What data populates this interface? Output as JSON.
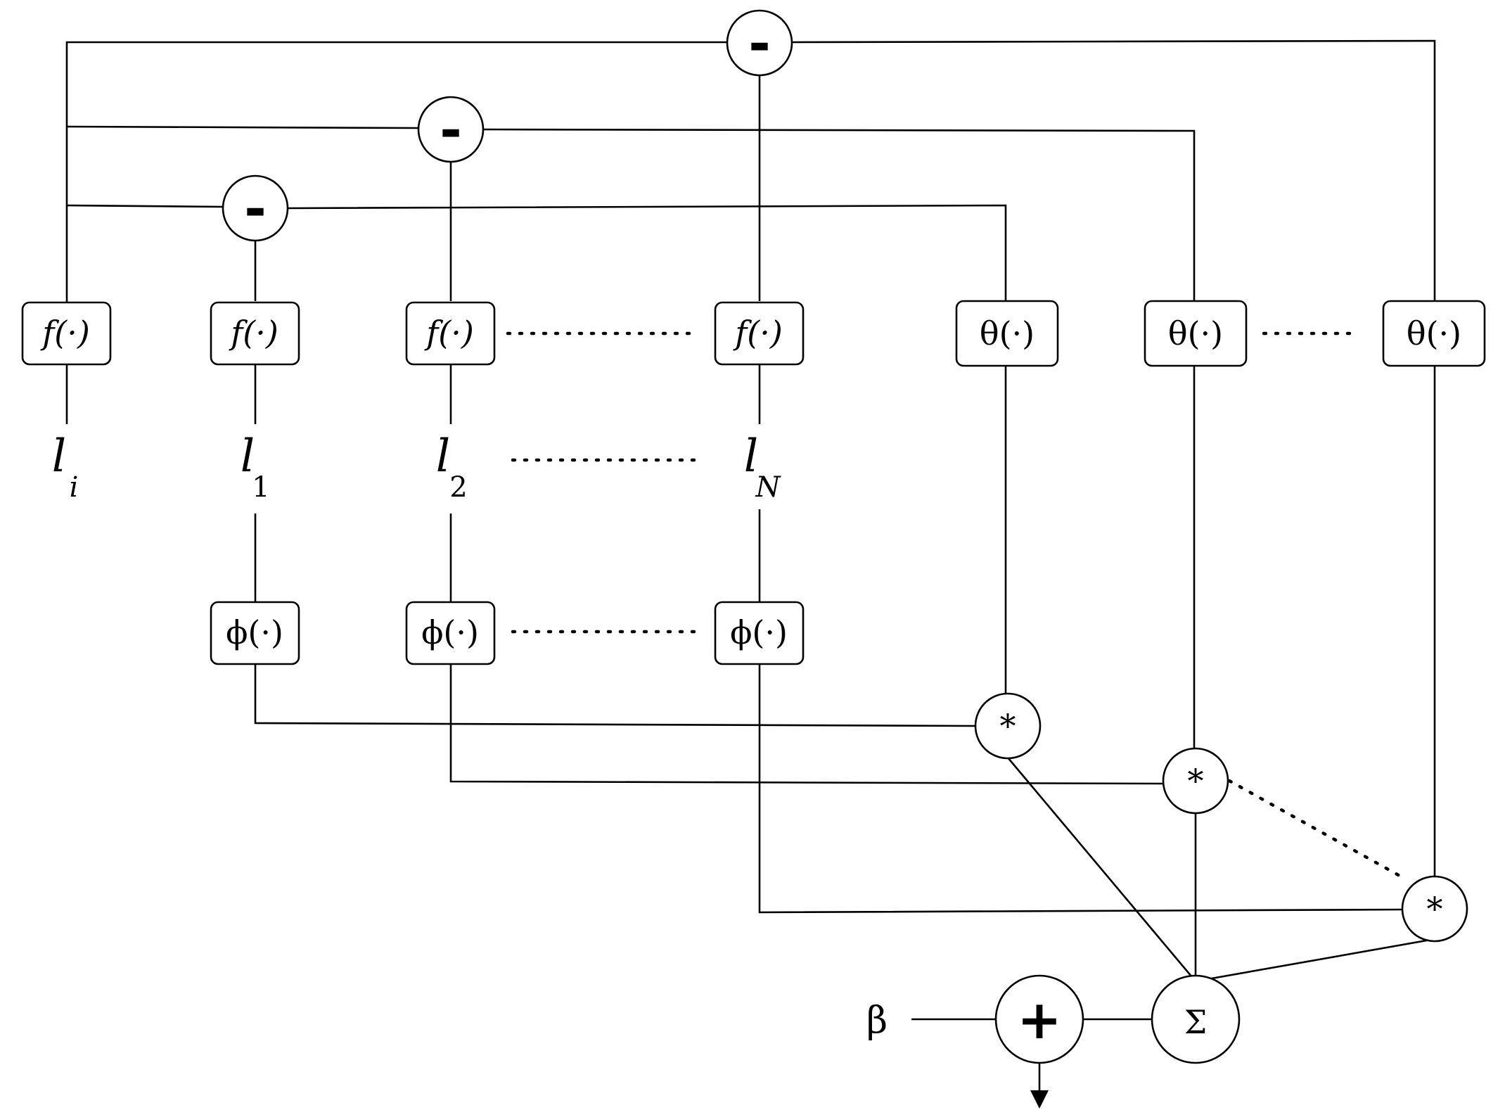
{
  "functions": {
    "f_label": "f(·)",
    "theta_label": "θ(·)",
    "phi_label": "ϕ(·)"
  },
  "inputs": {
    "symbol": "l",
    "i_subscript": "i",
    "one_subscript": "1",
    "two_subscript": "2",
    "n_subscript": "N"
  },
  "operators": {
    "minus": "-",
    "multiply": "*",
    "plus": "+",
    "sum": "Σ"
  },
  "bias": "β"
}
